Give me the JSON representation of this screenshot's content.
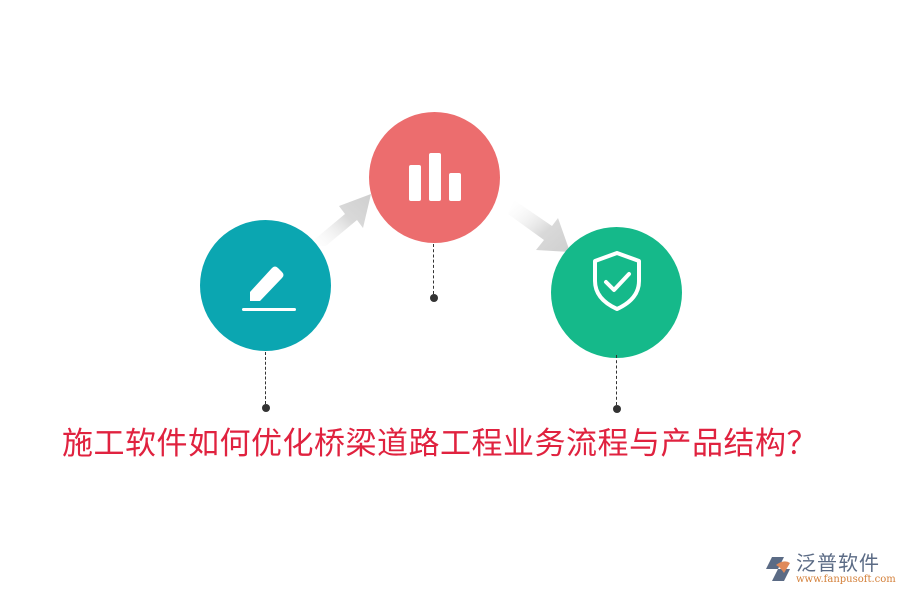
{
  "diagram": {
    "title": "施工软件如何优化桥梁道路工程业务流程与产品结构？",
    "title_color": "#e0223f",
    "nodes": [
      {
        "id": "node-1",
        "icon": "edit-pencil-icon",
        "color": "#0ba6b1"
      },
      {
        "id": "node-2",
        "icon": "bar-chart-icon",
        "color": "#ec6d6e"
      },
      {
        "id": "node-3",
        "icon": "shield-check-icon",
        "color": "#15b98a"
      }
    ],
    "arrows": [
      {
        "from": "node-1",
        "to": "node-2",
        "color": "#d9d9d9"
      },
      {
        "from": "node-2",
        "to": "node-3",
        "color": "#d9d9d9"
      }
    ]
  },
  "logo": {
    "name": "泛普软件",
    "url": "www.fanpusoft.com"
  }
}
